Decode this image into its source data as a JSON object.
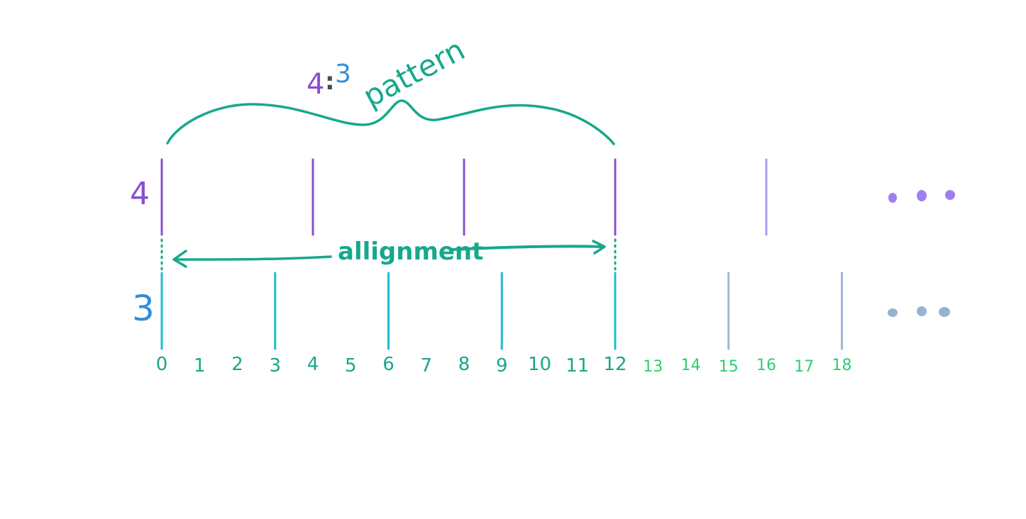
{
  "title": {
    "ratio_left": "4",
    "ratio_sep": ":",
    "ratio_right": "3",
    "word": "pattern"
  },
  "rows": [
    {
      "label": "4",
      "color": "#8a4fd0",
      "faded_color": "#a9a0f0",
      "beats": [
        0,
        4,
        8,
        12,
        16
      ],
      "pattern_end": 12
    },
    {
      "label": "3",
      "color": "#1cbcd6",
      "faded_color": "#9fb8d0",
      "beats": [
        0,
        3,
        6,
        9,
        12,
        15,
        18
      ],
      "pattern_end": 12
    }
  ],
  "alignment_label": "allignment",
  "axis": {
    "ticks": [
      "0",
      "1",
      "2",
      "3",
      "4",
      "5",
      "6",
      "7",
      "8",
      "9",
      "10",
      "11",
      "12",
      "13",
      "14",
      "15",
      "16",
      "17",
      "18"
    ],
    "color_main": "#17a88c",
    "color_extra": "#2ecf6e"
  },
  "continuation": {
    "top_dots_color": "#a07ef0",
    "bottom_dots_color": "#96b3d3"
  },
  "colors": {
    "accent": "#17a88c",
    "purple": "#8a4fd0",
    "blue": "#2f8fdc",
    "dark": "#3a3a3a"
  }
}
